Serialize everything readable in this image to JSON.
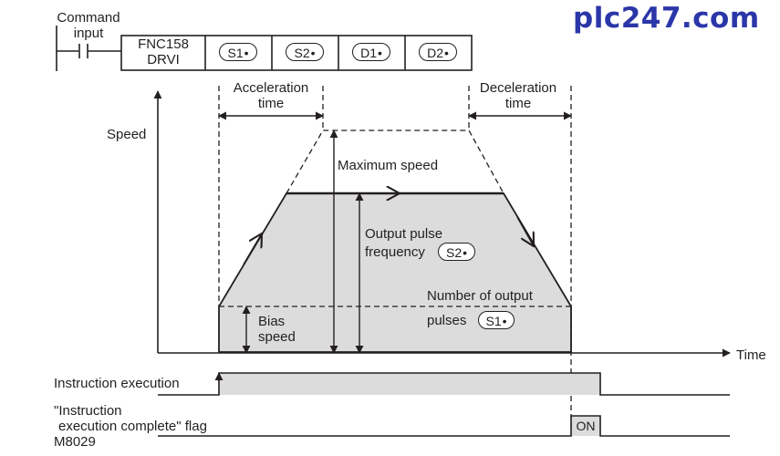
{
  "brand": "plc247.com",
  "ladder": {
    "contact_label": [
      "Command",
      "input"
    ],
    "instruction": [
      "FNC158",
      "DRVI"
    ],
    "operands": [
      "S1",
      "S2",
      "D1",
      "D2"
    ],
    "operand_marker": "•"
  },
  "labels": {
    "acceleration_time": [
      "Acceleration",
      "time"
    ],
    "deceleration_time": [
      "Deceleration",
      "time"
    ],
    "speed": "Speed",
    "time": "Time",
    "maximum_speed": "Maximum speed",
    "output_pulse_frequency": [
      "Output pulse",
      "frequency"
    ],
    "output_pulse_operand": "S2",
    "number_of_output_pulses": [
      "Number of output",
      "pulses"
    ],
    "pulses_operand": "S1",
    "bias_speed": [
      "Bias",
      "speed"
    ],
    "instruction_execution": "Instruction execution",
    "complete_flag": [
      "\"Instruction",
      "execution complete\" flag",
      "M8029"
    ],
    "on_label": "ON"
  },
  "colors": {
    "line": "#231f20",
    "fill": "#dcdcdd",
    "brand": "#2b36a8"
  }
}
